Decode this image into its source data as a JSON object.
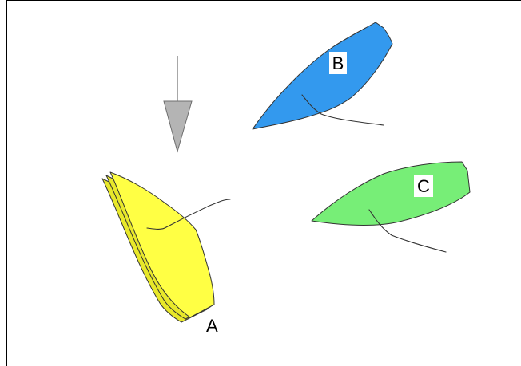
{
  "diagram": {
    "wind_arrow": {
      "icon": "wind-direction-arrow-icon",
      "fill": "#b4b4b4",
      "stroke": "#6e6e6e"
    },
    "boats": [
      {
        "label": "A",
        "hull_color": "#ffff44",
        "shadow_color": "#e8e82a"
      },
      {
        "label": "B",
        "hull_color": "#3399ee"
      },
      {
        "label": "C",
        "hull_color": "#77ee77"
      }
    ]
  }
}
